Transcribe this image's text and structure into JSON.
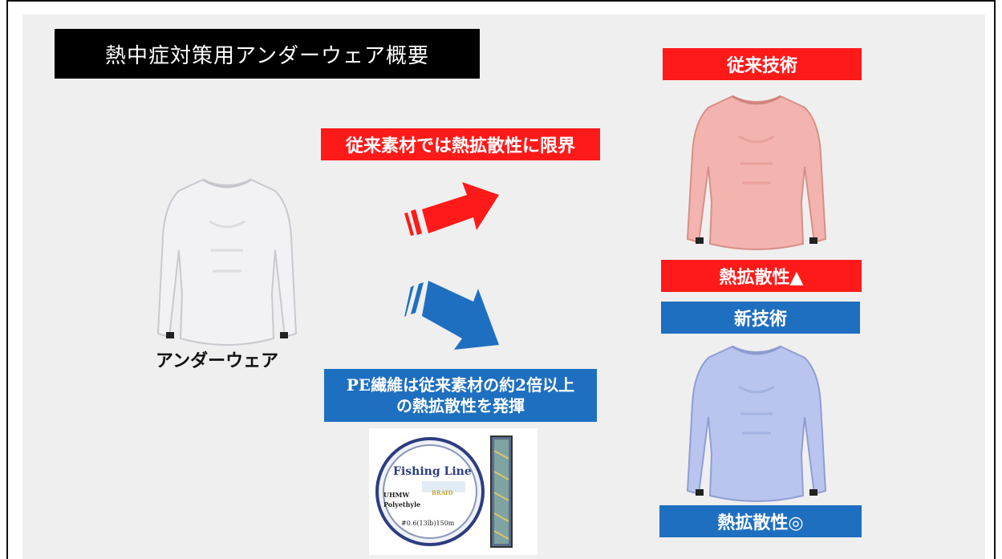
{
  "title": "熱中症対策用アンダーウェア概要",
  "underwear_label": "アンダーウェア",
  "conventional": {
    "header": "従来技術",
    "note": "従来素材では熱拡散性に限界",
    "rating": "熱拡散性▲"
  },
  "new_tech": {
    "header": "新技術",
    "note_line1": "PE繊維は従来素材の約2倍以上",
    "note_line2": "の熱拡散性を発揮",
    "rating": "熱拡散性◎"
  },
  "product": {
    "title": "Fishing Line",
    "line1": "UHMW",
    "line2": "Polyethyle",
    "badge": "BRAID",
    "spec": "#0.6(13lb)150m"
  },
  "colors": {
    "red": "#ff1a1a",
    "blue": "#1f6fc0",
    "shirt_white": "#f2f2f4",
    "shirt_pink": "#f3b3ae",
    "shirt_blue": "#b9c5ee"
  }
}
